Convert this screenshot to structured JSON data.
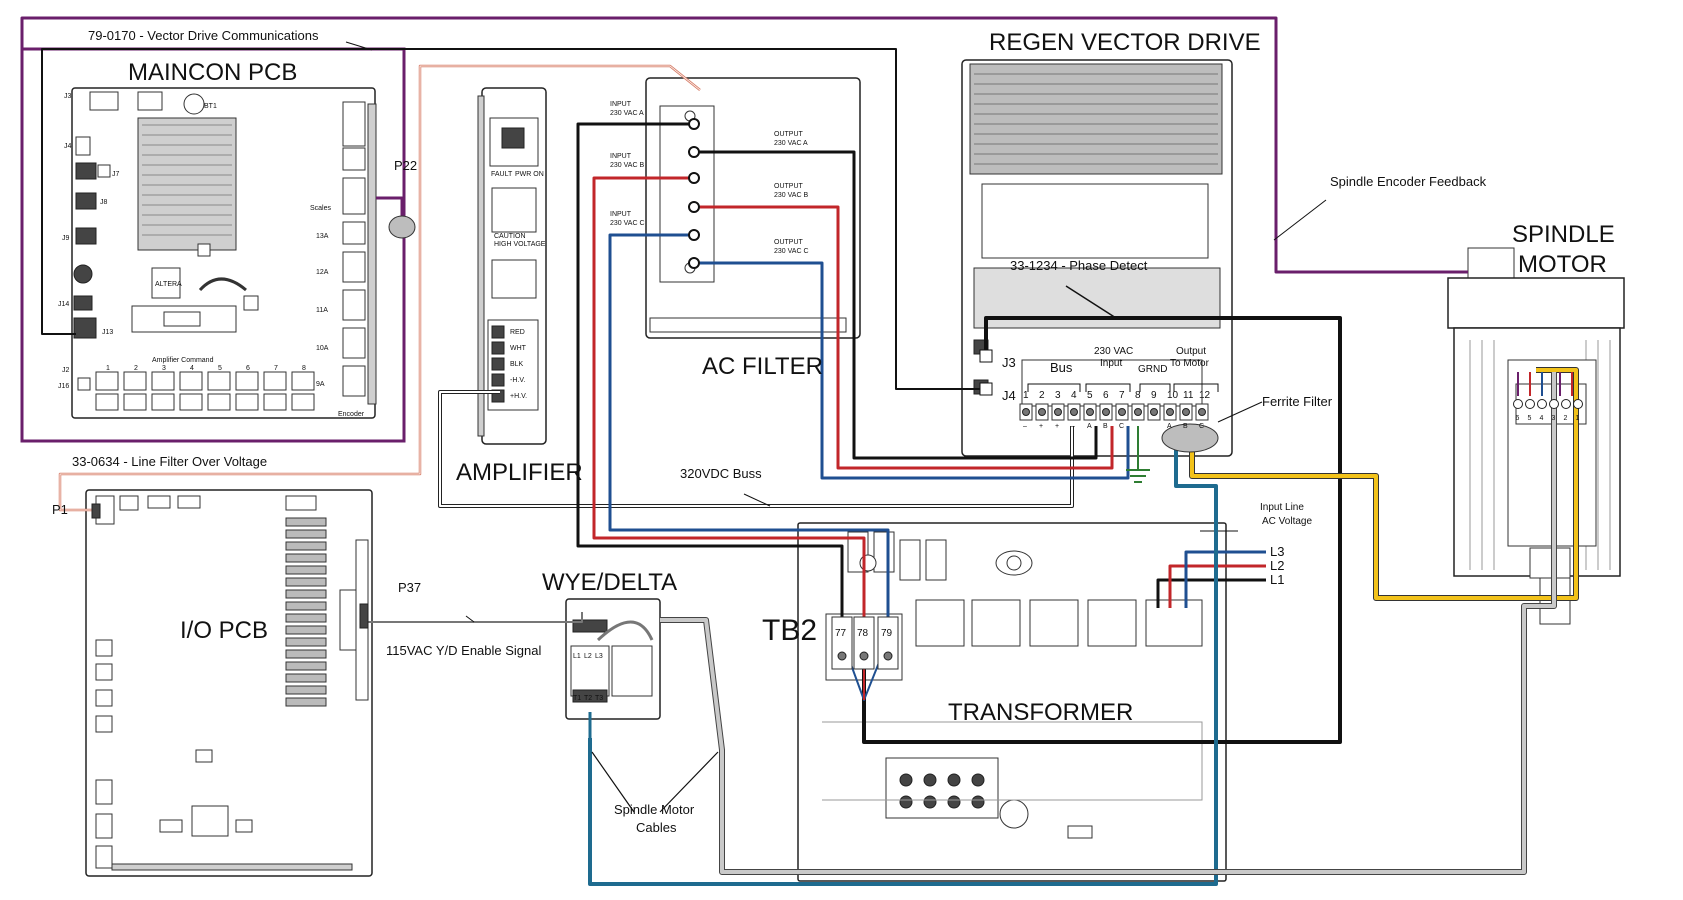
{
  "colors": {
    "purple": "#6a1f6b",
    "salmon": "#d8806b",
    "black": "#111111",
    "red": "#c2262a",
    "blue": "#1f4f91",
    "teal": "#1e6b8f",
    "yellow": "#f2c21a",
    "grey": "#bdbdbd",
    "green": "#2e7d32"
  },
  "labels": {
    "vector_comm": "79-0170 - Vector Drive Communications",
    "maincon": "MAINCON PCB",
    "regen": "REGEN VECTOR DRIVE",
    "ac_filter": "AC FILTER",
    "amplifier": "AMPLIFIER",
    "io_pcb": "I/O PCB",
    "wye_delta": "WYE/DELTA",
    "tb2": "TB2",
    "transformer": "TRANSFORMER",
    "spindle_motor_l1": "SPINDLE",
    "spindle_motor_l2": "MOTOR",
    "spindle_encoder": "Spindle Encoder Feedback",
    "phase_detect": "33-1234 - Phase Detect",
    "line_filter": "33-0634 - Line Filter Over Voltage",
    "bus_320": "320VDC Buss",
    "yd_enable": "115VAC Y/D Enable Signal",
    "spindle_cables_l1": "Spindle Motor",
    "spindle_cables_l2": "Cables",
    "ferrite": "Ferrite Filter",
    "input_line_l1": "Input Line",
    "input_line_l2": "AC Voltage",
    "p22": "P22",
    "p1": "P1",
    "p37": "P37",
    "j3": "J3",
    "j4": "J4",
    "bus": "Bus",
    "vac_input_l1": "230 VAC",
    "vac_input_l2": "Input",
    "grnd": "GRND",
    "output_l1": "Output",
    "output_l2": "To Motor",
    "l1": "L1",
    "l2": "L2",
    "l3": "L3",
    "scales": "Scales",
    "encoder": "Encoder",
    "amp_command": "Amplifier Command",
    "bt1": "BT1",
    "altera": "ALTERA",
    "caution_l1": "CAUTION",
    "caution_l2": "HIGH VOLTAGE",
    "fault": "FAULT",
    "pwr_on": "PWR ON"
  },
  "ac_filter_io": {
    "input_word": "INPUT",
    "output_word": "OUTPUT",
    "inputs": [
      "230 VAC A",
      "230 VAC B",
      "230 VAC C"
    ],
    "outputs": [
      "230 VAC A",
      "230 VAC B",
      "230 VAC C"
    ]
  },
  "maincon_connectors": [
    "J3",
    "J4",
    "J7",
    "J8",
    "J9",
    "J14",
    "J13",
    "J2",
    "J16"
  ],
  "maincon_axes": [
    "13A",
    "12A",
    "11A",
    "10A",
    "9A"
  ],
  "amp_command_numbers": [
    "1",
    "2",
    "3",
    "4",
    "5",
    "6",
    "7",
    "8"
  ],
  "amp_terminals": [
    "RED",
    "WHT",
    "BLK",
    "-H.V.",
    "+H.V."
  ],
  "drive_terminals": {
    "numbers": [
      "1",
      "2",
      "3",
      "4",
      "5",
      "6",
      "7",
      "8",
      "9",
      "10",
      "11",
      "12"
    ],
    "subs": [
      "–",
      "+",
      "+",
      "–",
      "A",
      "B",
      "C",
      "",
      "",
      "A",
      "B",
      "C"
    ]
  },
  "tb2_terminals": [
    "77",
    "78",
    "79"
  ],
  "wye_delta_top": [
    "L1",
    "L2",
    "L3"
  ],
  "wye_delta_bottom": [
    "T1",
    "T2",
    "T3"
  ],
  "motor_terminals": [
    "6",
    "5",
    "4",
    "3",
    "2",
    "1"
  ]
}
